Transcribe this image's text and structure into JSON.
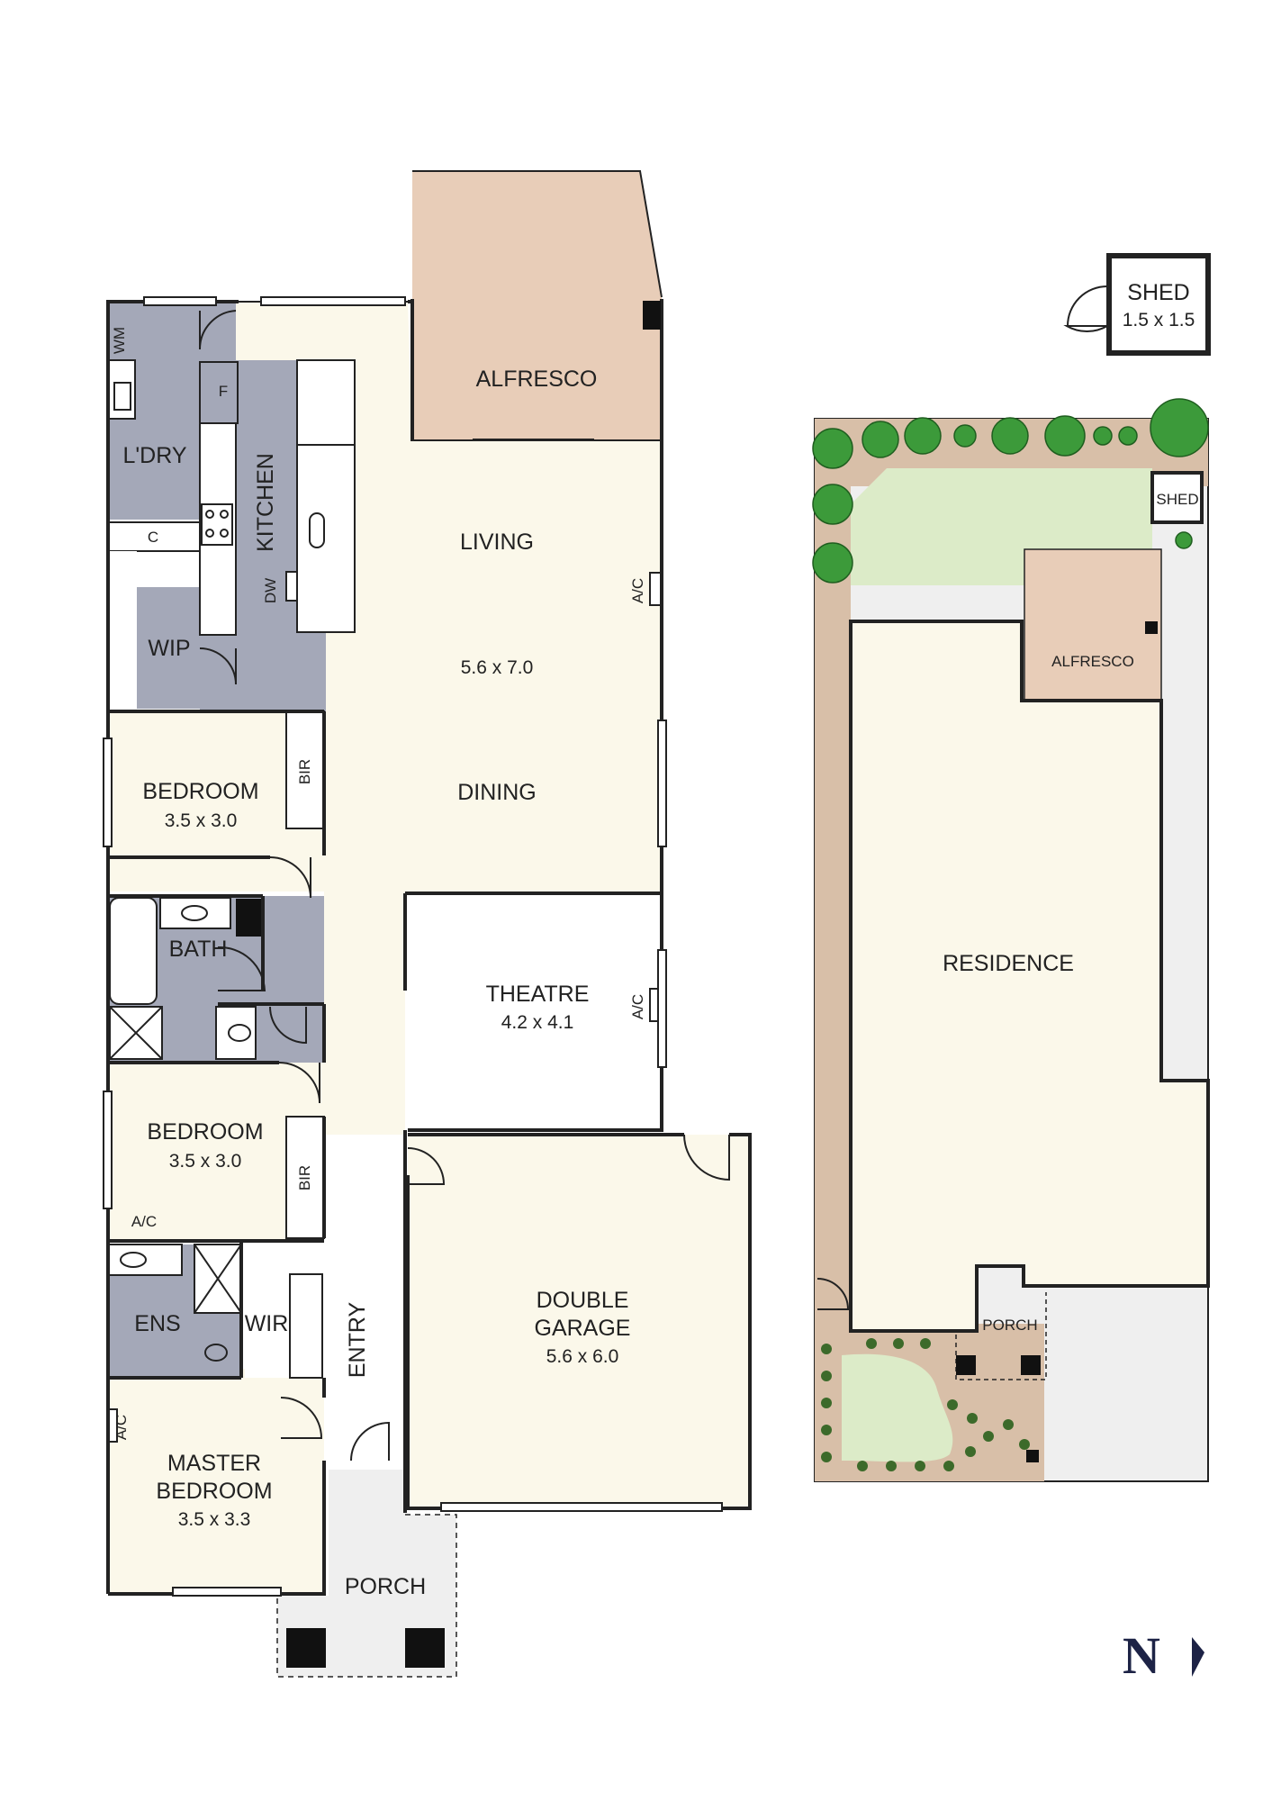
{
  "rooms": {
    "alfresco": "ALFRESCO",
    "laundry": "L'DRY",
    "washing_machine": "WM",
    "fridge": "F",
    "kitchen": "KITCHEN",
    "cupboard": "C",
    "dishwasher": "DW",
    "pantry": "WIP",
    "living": "LIVING",
    "living_dims": "5.6 x 7.0",
    "dining": "DINING",
    "aircon_living": "A/C",
    "bedroom2": "BEDROOM",
    "bedroom2_dims": "3.5 x 3.0",
    "robe2": "BIR",
    "bath": "BATH",
    "theatre": "THEATRE",
    "theatre_dims": "4.2 x 4.1",
    "aircon_theatre": "A/C",
    "bedroom3": "BEDROOM",
    "bedroom3_dims": "3.5 x 3.0",
    "robe3": "BIR",
    "aircon_bed3": "A/C",
    "ensuite": "ENS",
    "walk_in_robe": "WIR",
    "entry": "ENTRY",
    "aircon_master": "A/C",
    "master_line1": "MASTER",
    "master_line2": "BEDROOM",
    "master_dims": "3.5 x 3.3",
    "garage_line1": "DOUBLE",
    "garage_line2": "GARAGE",
    "garage_dims": "5.6 x 6.0",
    "porch": "PORCH",
    "shed": "SHED",
    "shed_dims": "1.5 x 1.5"
  },
  "site_plan": {
    "shed": "SHED",
    "alfresco": "ALFRESCO",
    "residence": "RESIDENCE",
    "porch": "PORCH"
  },
  "compass": {
    "letter": "N"
  },
  "colors": {
    "living": "#fbf8ea",
    "wet": "#a4a8b8",
    "alfresco": "#e8cdb8",
    "lawn": "#dcebc8",
    "garden": "#d8bfa8",
    "paving": "#efefef",
    "tree": "#3c9a3a",
    "wall": "#222222"
  }
}
